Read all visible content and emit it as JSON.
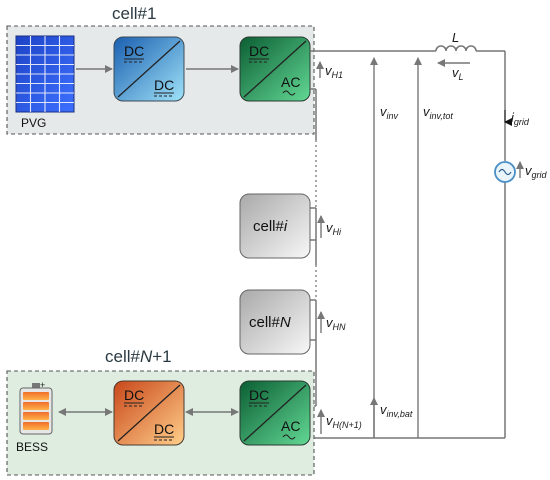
{
  "cell1": {
    "title": "cell#1",
    "pv_label": "PVG"
  },
  "converters": {
    "dc": "DC",
    "ac": "AC"
  },
  "cell_i": {
    "prefix": "cell#",
    "index": "i"
  },
  "cell_n": {
    "prefix": "cell#",
    "index": "N"
  },
  "cellN1": {
    "title_prefix": "cell#",
    "title_n": "N",
    "title_suffix": "+1",
    "bess_label": "BESS"
  },
  "voltages": {
    "v": "v",
    "vh1_sub": "H1",
    "vhi_sub": "Hi",
    "vhn_sub": "HN",
    "vhn1_sub": "H(N+1)",
    "vinv_sub": "inv",
    "vinvtot_sub": "inv,tot",
    "vinvbat_sub": "inv,bat",
    "vL_sub": "L",
    "vgrid_sub": "grid"
  },
  "inductor": {
    "label": "L"
  },
  "current": {
    "i": "i",
    "sub": "grid"
  },
  "colors": {
    "cell_bg": "#e6ebeb",
    "cell_bg2": "#dfeee0",
    "dcdc_top": "#1f6fc0",
    "dcdc_bottom": "#8fd8f6",
    "dcac_top": "#0f6a3a",
    "dcac_bottom": "#55d28a",
    "bess_top": "#d0521a",
    "bess_bottom": "#ffc07a",
    "gray_top": "#bdbdbd",
    "gray_bottom": "#f2f2f2",
    "wire": "#777777"
  }
}
